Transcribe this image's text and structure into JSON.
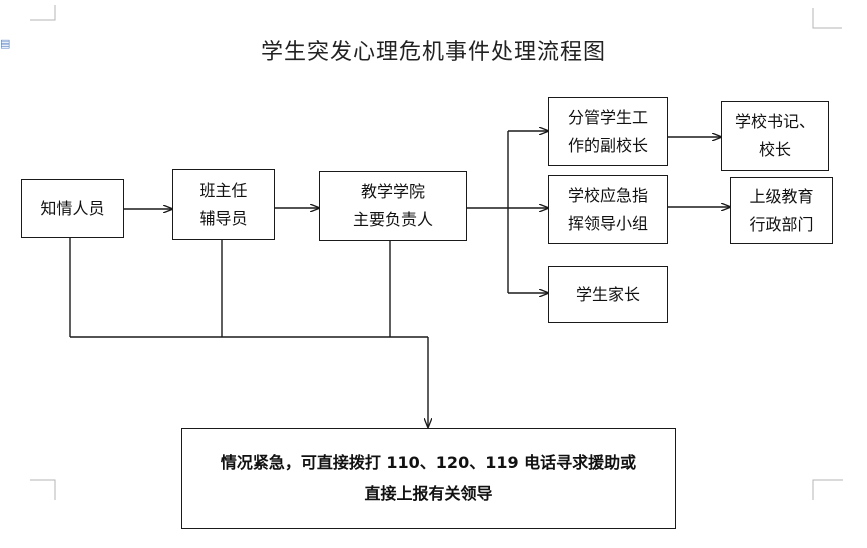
{
  "title": "学生突发心理危机事件处理流程图",
  "nodes": {
    "informer": {
      "lines": [
        "知情人员"
      ]
    },
    "teacher": {
      "lines": [
        "班主任",
        "辅导员"
      ]
    },
    "college": {
      "lines": [
        "教学学院",
        "主要负责人"
      ]
    },
    "vice_president": {
      "lines": [
        "分管学生工",
        "作的副校长"
      ]
    },
    "emergency_group": {
      "lines": [
        "学校应急指",
        "挥领导小组"
      ]
    },
    "parents": {
      "lines": [
        "学生家长"
      ]
    },
    "secretary": {
      "lines": [
        "学校书记、",
        "校长"
      ]
    },
    "education_dept": {
      "lines": [
        "上级教育",
        "行政部门"
      ]
    },
    "emergency_note": {
      "lines": [
        "情况紧急，可直接拨打 110、120、119 电话寻求援助或",
        "直接上报有关领导"
      ]
    }
  },
  "icons": {
    "corner_icon": "document-icon"
  }
}
